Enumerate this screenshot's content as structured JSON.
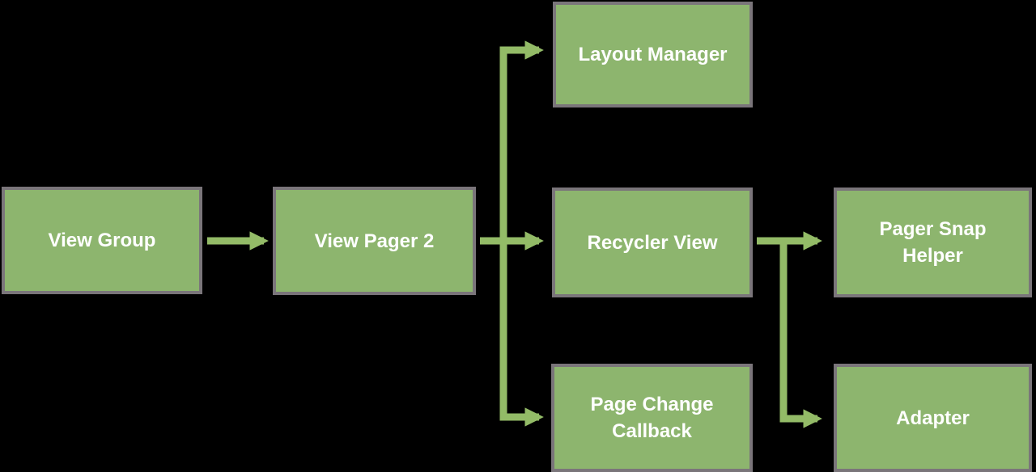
{
  "colors": {
    "background": "#000000",
    "node_fill": "#8db56e",
    "node_border": "#7a757a",
    "arrow": "#93bb67",
    "text": "#ffffff"
  },
  "nodes": [
    {
      "id": "view-group",
      "label": "View Group"
    },
    {
      "id": "view-pager-2",
      "label": "View Pager 2"
    },
    {
      "id": "layout-manager",
      "label": "Layout Manager"
    },
    {
      "id": "recycler-view",
      "label": "Recycler View"
    },
    {
      "id": "page-change-callback",
      "label": "Page Change Callback"
    },
    {
      "id": "pager-snap-helper",
      "label": "Pager Snap Helper"
    },
    {
      "id": "adapter",
      "label": "Adapter"
    }
  ],
  "edges": [
    {
      "from": "view-group",
      "to": "view-pager-2"
    },
    {
      "from": "view-pager-2",
      "to": "layout-manager"
    },
    {
      "from": "view-pager-2",
      "to": "recycler-view"
    },
    {
      "from": "view-pager-2",
      "to": "page-change-callback"
    },
    {
      "from": "recycler-view",
      "to": "pager-snap-helper"
    },
    {
      "from": "recycler-view",
      "to": "adapter"
    }
  ]
}
